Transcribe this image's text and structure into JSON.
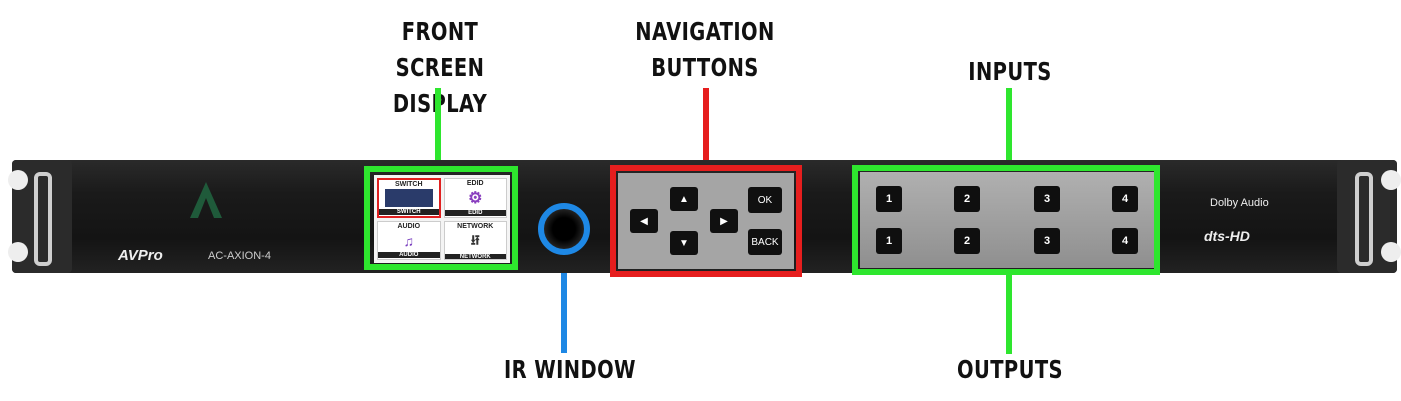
{
  "callouts": {
    "front_screen": [
      "FRONT SCREEN",
      "DISPLAY"
    ],
    "navigation": [
      "NAVIGATION",
      "BUTTONS"
    ],
    "inputs": "INPUTS",
    "ir_window": "IR WINDOW",
    "outputs": "OUTPUTS"
  },
  "device": {
    "brand": "AVPro",
    "model": "AC-AXION-4",
    "logos": [
      "Dolby Audio",
      "dts-HD"
    ]
  },
  "screen_tiles": [
    {
      "title": "SWITCH",
      "foot": "SWITCH"
    },
    {
      "title": "EDID",
      "foot": "EDID"
    },
    {
      "title": "AUDIO",
      "foot": "AUDIO"
    },
    {
      "title": "NETWORK",
      "foot": "NETWORK"
    }
  ],
  "nav_keys": {
    "ok": "OK",
    "back": "BACK"
  },
  "io": {
    "inputs": [
      "1",
      "2",
      "3",
      "4"
    ],
    "outputs": [
      "1",
      "2",
      "3",
      "4"
    ]
  },
  "colors": {
    "green": "#2ee62e",
    "red": "#e61e1e",
    "blue": "#1e88e5"
  }
}
